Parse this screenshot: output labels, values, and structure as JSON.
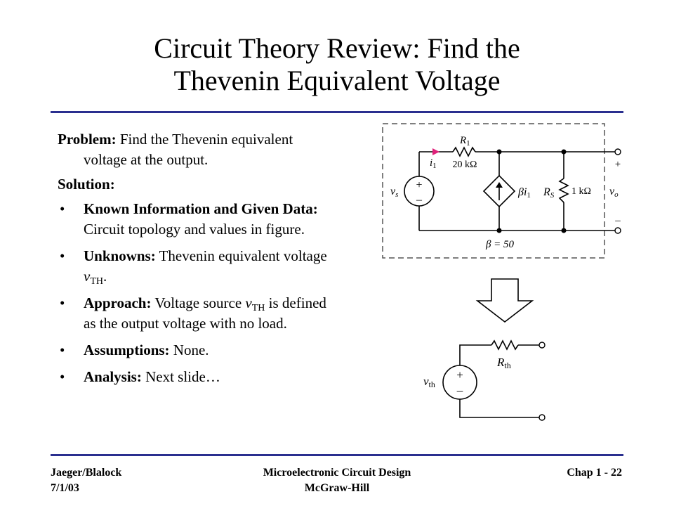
{
  "slide": {
    "title_line1": "Circuit Theory Review:  Find the",
    "title_line2": "Thevenin Equivalent Voltage"
  },
  "problem": {
    "label": "Problem:",
    "text": " Find the Thevenin equivalent voltage at the output."
  },
  "solution": {
    "label": "Solution:"
  },
  "bullets": {
    "known": {
      "label": "Known Information and Given Data:",
      "text": " Circuit topology and values in figure."
    },
    "unknowns": {
      "label": "Unknowns:",
      "text": " Thevenin equivalent voltage ",
      "var": "v",
      "sub": "TH",
      "end": "."
    },
    "approach": {
      "label": "Approach:",
      "text1": "  Voltage source ",
      "var": "v",
      "sub": "TH",
      "text2": " is defined as the output voltage with no load."
    },
    "assumptions": {
      "label": "Assumptions:",
      "text": " None."
    },
    "analysis": {
      "label": "Analysis:",
      "text": " Next slide…"
    }
  },
  "circuit1": {
    "r1_name": "R",
    "r1_sub": "1",
    "r1_value": "20 kΩ",
    "i1_name": "i",
    "i1_sub": "1",
    "vs_name": "v",
    "vs_sub": "s",
    "dep_source_label": "βi",
    "dep_source_sub": "1",
    "rs_name": "R",
    "rs_sub": "S",
    "rs_value": "1 kΩ",
    "vo_name": "v",
    "vo_sub": "o",
    "beta_label": "β = 50",
    "plus": "+",
    "minus": "–"
  },
  "circuit2": {
    "rth_name": "R",
    "rth_sub": "th",
    "vth_name": "v",
    "vth_sub": "th",
    "plus": "+",
    "minus": "–"
  },
  "footer": {
    "left_line1": "Jaeger/Blalock",
    "left_line2": "7/1/03",
    "center_line1": "Microelectronic Circuit Design",
    "center_line2": "McGraw-Hill",
    "right": "Chap 1 - 22"
  },
  "colors": {
    "rule": "#2a2f8f",
    "current_arrow": "#e0217a"
  }
}
